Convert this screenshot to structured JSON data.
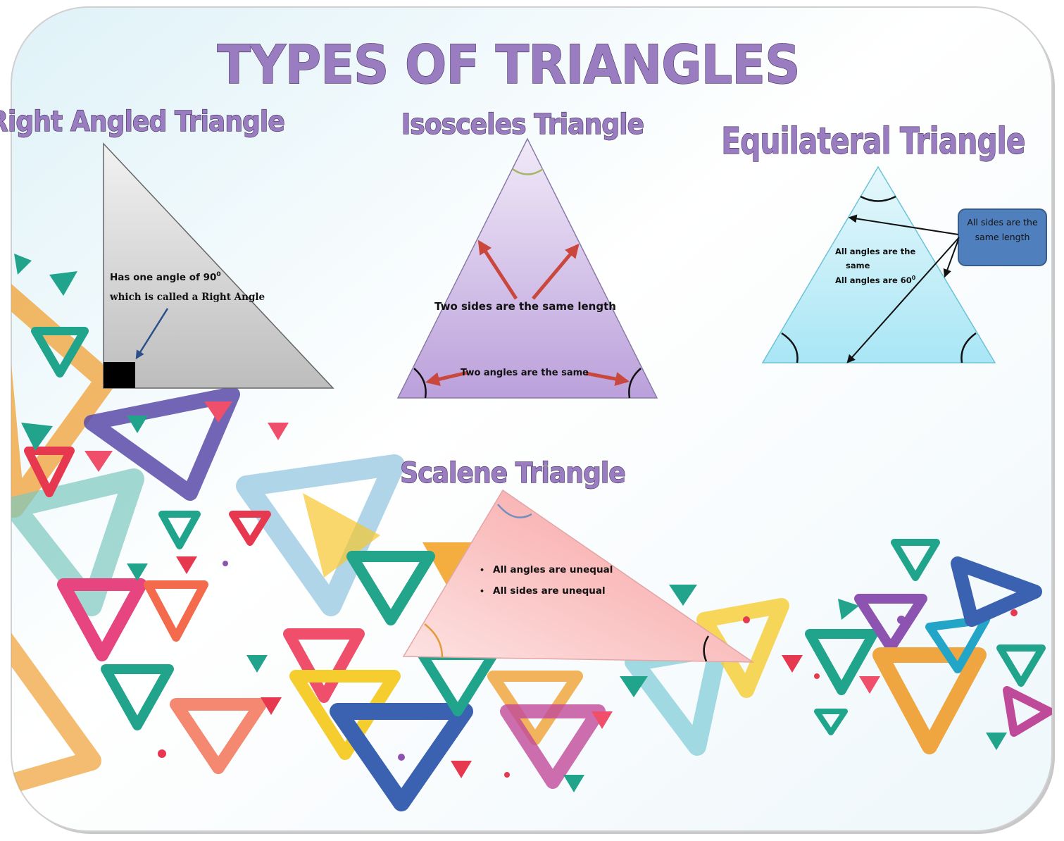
{
  "title": "TYPES OF TRIANGLES",
  "right_angled": {
    "heading": "Right Angled Triangle",
    "note_line1": "Has one angle of 90",
    "degree_sup": "0",
    "note_line2": "which is called a Right Angle"
  },
  "isosceles": {
    "heading": "Isosceles Triangle",
    "sides_note": "Two sides are the same length",
    "angles_note": "Two angles are the same"
  },
  "equilateral": {
    "heading": "Equilateral Triangle",
    "angles_line1": "All angles are the",
    "angles_line2": "same",
    "angles_line3": "All angles are 60",
    "degree_sup": "0",
    "callout": "All sides are the same length"
  },
  "scalene": {
    "heading": "Scalene Triangle",
    "bullet_symbol": "•",
    "bullets": [
      "All angles are unequal",
      "All sides are unequal"
    ]
  },
  "colors": {
    "title_fill": "#9a7cc0",
    "right_fill": "#d2d2d2",
    "isosceles_fill": "#c8b3e0",
    "equilateral_fill": "#b5ecf7",
    "callout_fill": "#4f80bd",
    "scalene_fill": "#f9b1b1",
    "arrow_red": "#c9473d",
    "arrow_blue": "#2a4f8a"
  },
  "icons": [
    "arrow-icon",
    "callout-box",
    "right-angle-marker"
  ]
}
